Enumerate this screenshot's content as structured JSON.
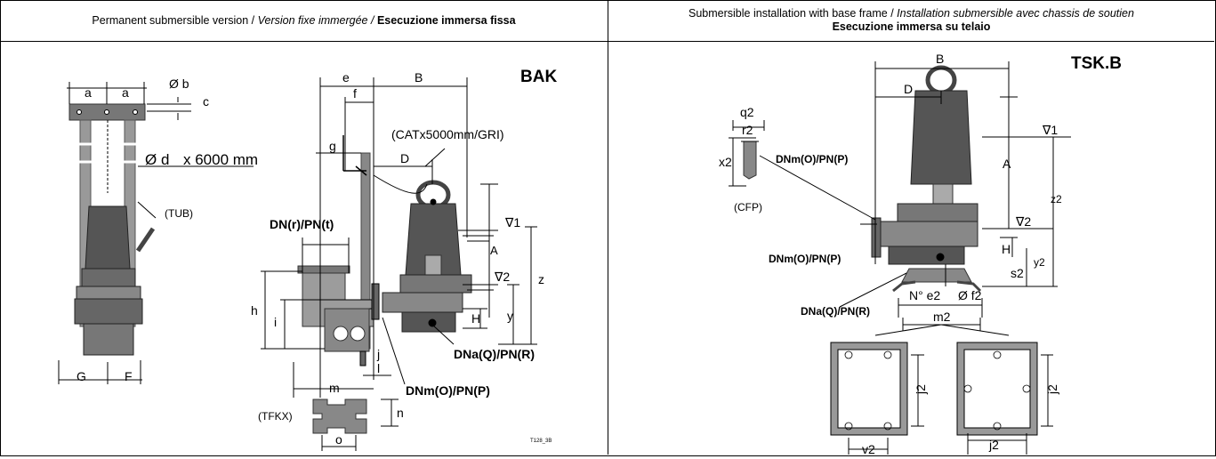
{
  "headers": {
    "left": {
      "normal": "Permanent submersible version / ",
      "italic": "Version fixe immergée / ",
      "bold": "Esecuzione immersa fissa"
    },
    "right": {
      "normal": "Submersible installation with base frame / ",
      "italic": "Installation submersible avec chassis de soutien",
      "bold": "Esecuzione immersa su telaio"
    }
  },
  "left_panel": {
    "title": "BAK",
    "labels": {
      "a1": "a",
      "a2": "a",
      "b": "Ø b",
      "c": "c",
      "d": "Ø d",
      "d_suffix": "x 6000 mm",
      "tub": "(TUB)",
      "G": "G",
      "F": "F",
      "e": "e",
      "f": "f",
      "g": "g",
      "B": "B",
      "cat": "(CATx5000mm/GRI)",
      "D": "D",
      "dnr": "DN(r)/PN(t)",
      "v1": "∇1",
      "v2": "∇2",
      "A": "A",
      "z": "z",
      "h": "h",
      "i": "i",
      "H": "H",
      "y": "y",
      "j": "j",
      "l": "l",
      "m": "m",
      "dna": "DNa(Q)/PN(R)",
      "dnm": "DNm(O)/PN(P)",
      "tfkx": "(TFKX)",
      "n": "n",
      "o": "o",
      "code": "T128_3B"
    }
  },
  "right_panel": {
    "title": "TSK.B",
    "labels": {
      "B": "B",
      "D": "D",
      "q2": "q2",
      "r2": "r2",
      "x2": "x2",
      "dnm_top": "DNm(O)/PN(P)",
      "cfp": "(CFP)",
      "A": "A",
      "v1": "∇1",
      "z2": "z2",
      "v2": "∇2",
      "H": "H",
      "dnm_left": "DNm(O)/PN(P)",
      "s2": "s2",
      "y2": "y2",
      "n_e2": "N° e2",
      "f2": "Ø f2",
      "dna": "DNa(Q)/PN(R)",
      "m2": "m2",
      "j2_a": "j2",
      "j2_b": "j2",
      "j2_c": "j2",
      "v2w": "v2"
    }
  },
  "colors": {
    "pump_dark": "#4a4a4a",
    "pump_mid": "#8a8a8a",
    "pump_light": "#c4c4c4",
    "frame_grey": "#9a9a9a"
  }
}
